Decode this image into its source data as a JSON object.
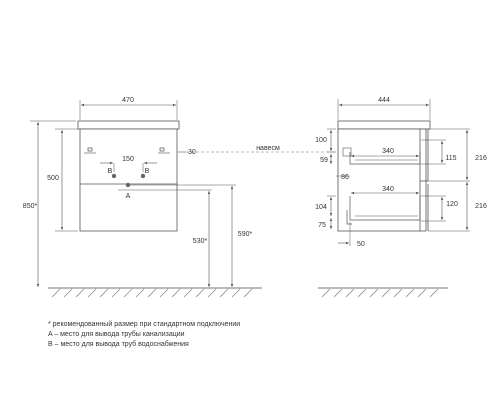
{
  "colors": {
    "line": "#555555",
    "text": "#333333",
    "floor_hatch": "#777777",
    "hole_fill": "#666666"
  },
  "front_view": {
    "width_label": "470",
    "height_label": "500",
    "full_height_label": "850*",
    "hole_spacing_label": "150",
    "hole_b_left_label": "B",
    "hole_b_right_label": "B",
    "hole_a_label": "A",
    "side_offset_label": "30",
    "height_590_label": "590*",
    "height_530_label": "530*"
  },
  "side_view": {
    "depth_label": "444",
    "hinge_label": "навесм",
    "top_gap_label": "100",
    "hole_label": "59",
    "drawer_depth_top_label": "340",
    "drawer_inner_top_label": "115",
    "drawer_outer_top_label": "216",
    "mid_label": "86",
    "lower_gap_label": "104",
    "lower_small_label": "75",
    "drawer_depth_bottom_label": "340",
    "drawer_inner_bottom_label": "120",
    "drawer_outer_bottom_label": "216",
    "leg_offset_label": "50"
  },
  "notes": [
    "* рекомендованный размер при стандартном подключении",
    "A – место для вывода трубы канализации",
    "B – место для вывода труб водоснабжения"
  ]
}
